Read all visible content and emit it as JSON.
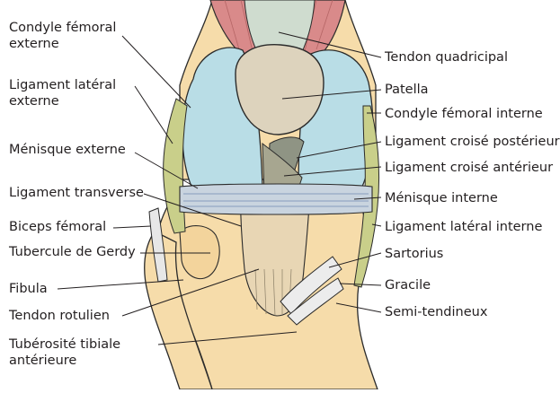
{
  "labels_left": {
    "condyle_externe": [
      "Condyle fémoral",
      "externe"
    ],
    "ligament_lateral_externe": [
      "Ligament latéral",
      "externe"
    ],
    "menisque_externe": "Ménisque externe",
    "ligament_transverse": "Ligament transverse",
    "biceps_femoral": "Biceps fémoral",
    "tubercule_gerdy": "Tubercule de Gerdy",
    "fibula": "Fibula",
    "tendon_rotulien": "Tendon rotulien",
    "tuberosite_tibiale": [
      "Tubérosité tibiale",
      "antérieure"
    ]
  },
  "labels_right": {
    "tendon_quadricipal": "Tendon quadricipal",
    "patella": "Patella",
    "condyle_interne": "Condyle fémoral interne",
    "ligament_croise_posterieur": "Ligament croisé postérieur",
    "ligament_croise_anterieur": "Ligament croisé antérieur",
    "menisque_interne": "Ménisque interne",
    "ligament_lateral_interne": "Ligament latéral interne",
    "sartorius": "Sartorius",
    "gracile": "Gracile",
    "semi_tendineux": "Semi-tendineux"
  },
  "colors": {
    "muscle": "#d98a8a",
    "condyle": "#b9dde6",
    "patella": "#ddd3bd",
    "bone": "#f6dcaa",
    "ligament_lateral": "#c9cf8a",
    "menisque": "#c9d4df",
    "cruciate": "#9b9a8a",
    "outline": "#2b2b2b"
  }
}
